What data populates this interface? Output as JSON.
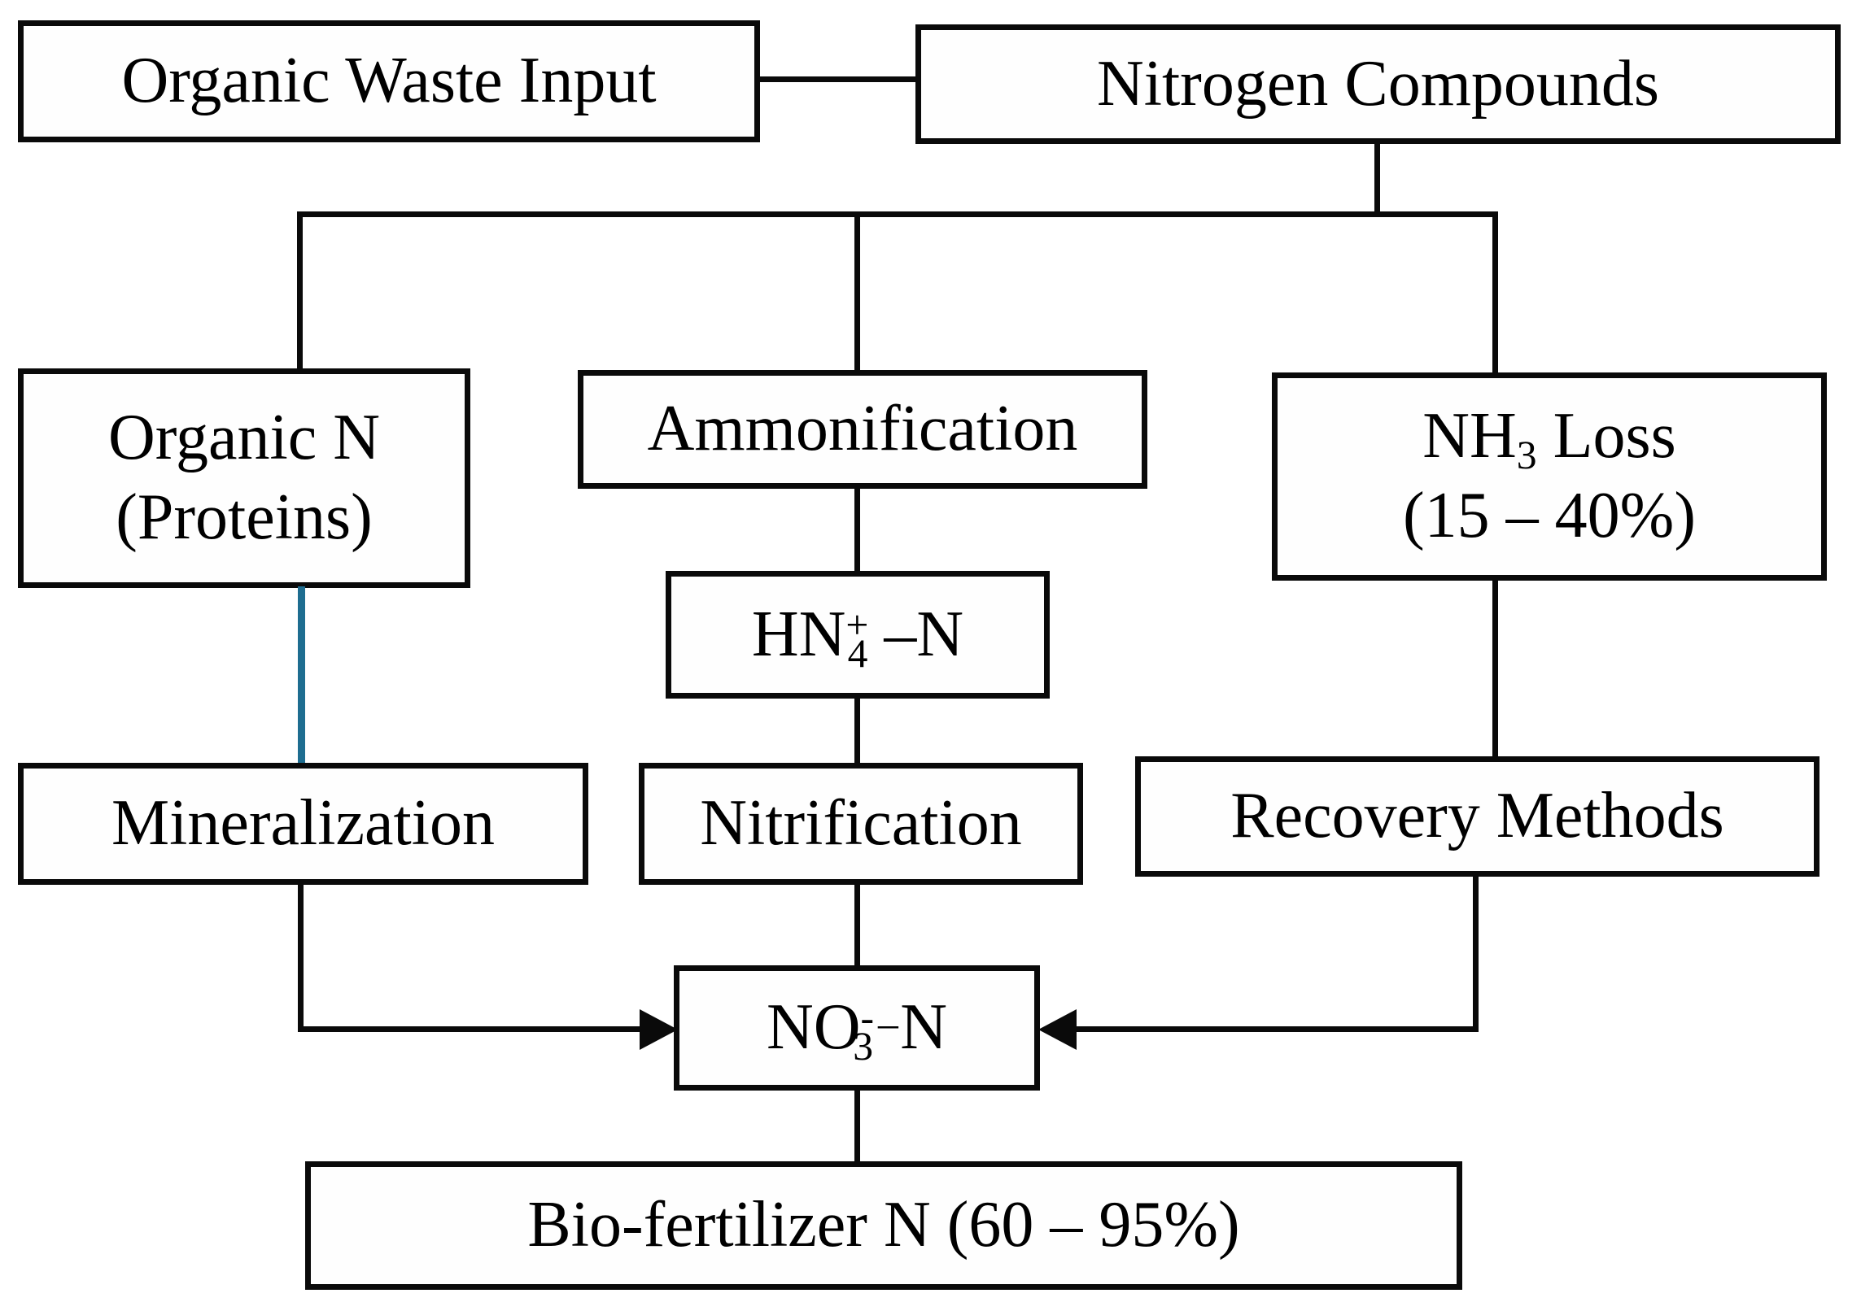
{
  "diagram": {
    "type": "flowchart",
    "colors": {
      "line": "#0a0a0a",
      "accent_line": "#1e6d90",
      "box_background": "#fefefe"
    },
    "nodes": {
      "organic_waste_input": {
        "label": "Organic Waste Input"
      },
      "nitrogen_compounds": {
        "label": "Nitrogen Compounds"
      },
      "organic_n": {
        "line1": "Organic N",
        "line2": "(Proteins)"
      },
      "ammonification": {
        "label": "Ammonification"
      },
      "nh3_loss": {
        "base": "NH",
        "sub": "3",
        "rest": " Loss",
        "line2": "(15 – 40%)"
      },
      "hn4_n": {
        "base": "HN",
        "sup": "+",
        "sub": "4",
        "rest": "–N"
      },
      "mineralization": {
        "label": "Mineralization"
      },
      "nitrification": {
        "label": "Nitrification"
      },
      "recovery_methods": {
        "label": "Recovery Methods"
      },
      "no3_n": {
        "base": "NO",
        "sup": "-",
        "sub": "3",
        "sup2": "–",
        "rest": "N"
      },
      "bio_fertilizer": {
        "label": "Bio-fertilizer N (60 – 95%)"
      }
    },
    "edges": [
      "Organic Waste Input — Nitrogen Compounds",
      "Nitrogen Compounds → Organic N (Proteins)",
      "Nitrogen Compounds → Ammonification",
      "Nitrogen Compounds → NH3 Loss (15 – 40%)",
      "Organic N (Proteins) → Mineralization",
      "Ammonification → HN+4–N",
      "NH3 Loss → Recovery Methods",
      "HN+4–N → Nitrification",
      "Mineralization → NO-3–N (arrow)",
      "Nitrification → NO-3–N",
      "Recovery Methods → NO-3–N (arrow)",
      "NO-3–N → Bio-fertilizer N (60 – 95%)"
    ]
  }
}
